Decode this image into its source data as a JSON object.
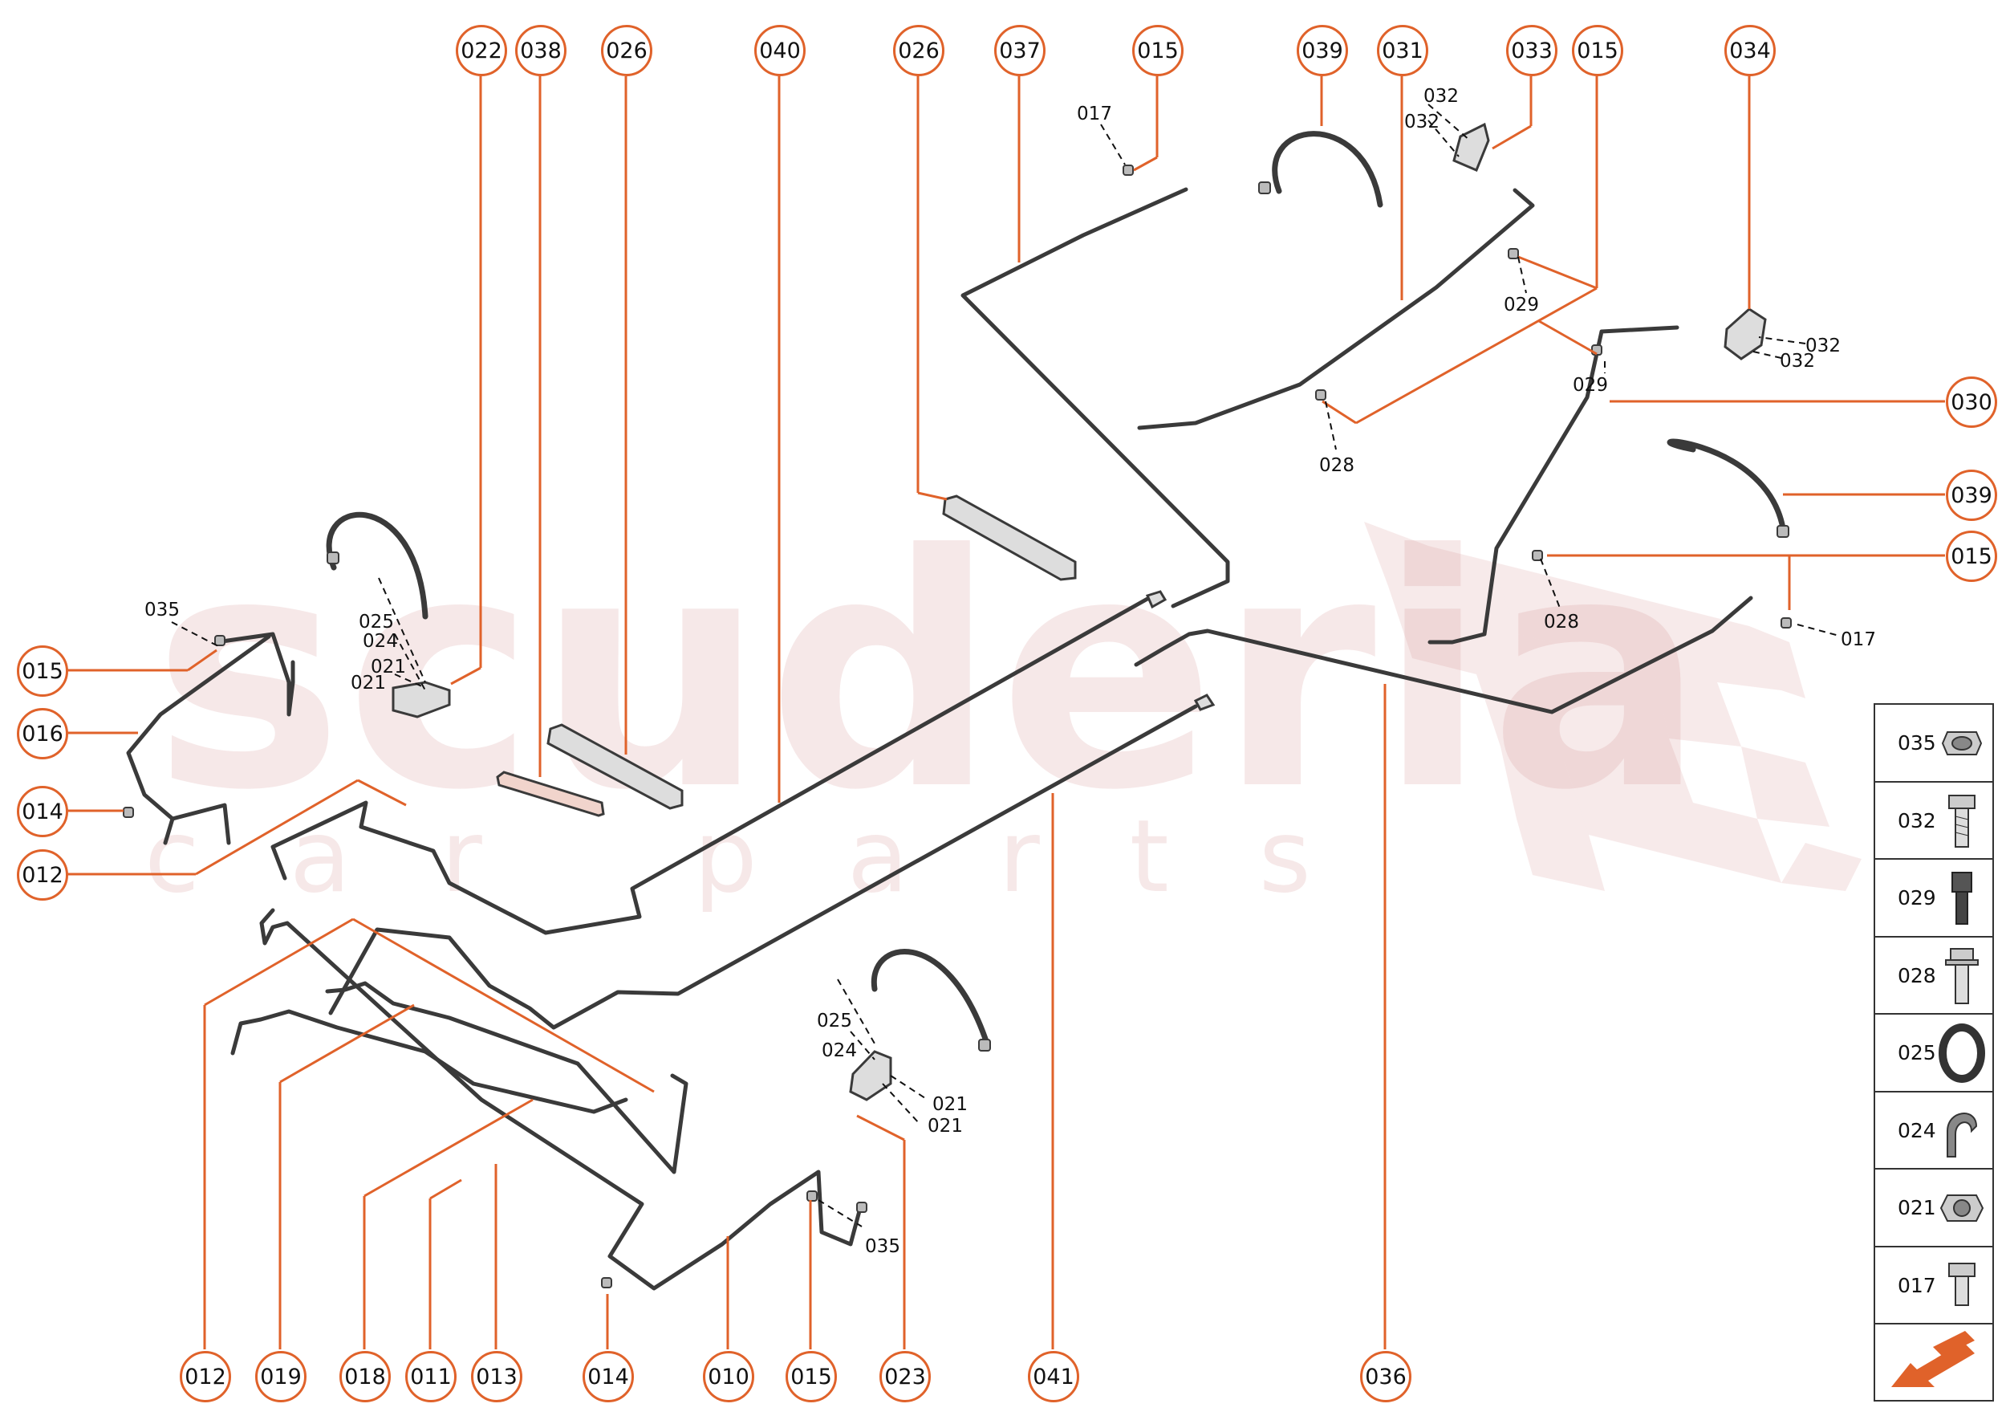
{
  "colors": {
    "callout": "#e0622a",
    "part": "#3a3a3a",
    "watermark": "#d69696"
  },
  "watermark": {
    "brand": "scuderia",
    "tagline": "car parts"
  },
  "callouts": {
    "top": [
      "022",
      "038",
      "026",
      "040",
      "026",
      "037",
      "015",
      "039",
      "031",
      "033",
      "015",
      "034"
    ],
    "bottom": [
      "012",
      "019",
      "018",
      "011",
      "013",
      "014",
      "010",
      "015",
      "023",
      "041",
      "036"
    ],
    "left": [
      "015",
      "016",
      "014",
      "012"
    ],
    "right": [
      "030",
      "039",
      "015"
    ]
  },
  "labels": {
    "l017a": "017",
    "l032a": "032",
    "l032b": "032",
    "l029a": "029",
    "l029b": "029",
    "l028a": "028",
    "l032c": "032",
    "l032d": "032",
    "l028b": "028",
    "l017b": "017",
    "l035a": "035",
    "l025a": "025",
    "l024a": "024",
    "l021a": "021",
    "l021b": "021",
    "l025b": "025",
    "l024b": "024",
    "l021c": "021",
    "l021d": "021",
    "l035b": "035"
  },
  "legend": {
    "items": [
      {
        "code": "035",
        "icon": "flange-nut-icon"
      },
      {
        "code": "032",
        "icon": "hex-bolt-icon"
      },
      {
        "code": "029",
        "icon": "socket-bolt-icon"
      },
      {
        "code": "028",
        "icon": "flange-bolt-icon"
      },
      {
        "code": "025",
        "icon": "sealing-ring-icon"
      },
      {
        "code": "024",
        "icon": "spring-clip-icon"
      },
      {
        "code": "021",
        "icon": "hex-nut-icon"
      },
      {
        "code": "017",
        "icon": "short-bolt-icon"
      }
    ],
    "nav_icon": "next-page-arrow-icon"
  }
}
